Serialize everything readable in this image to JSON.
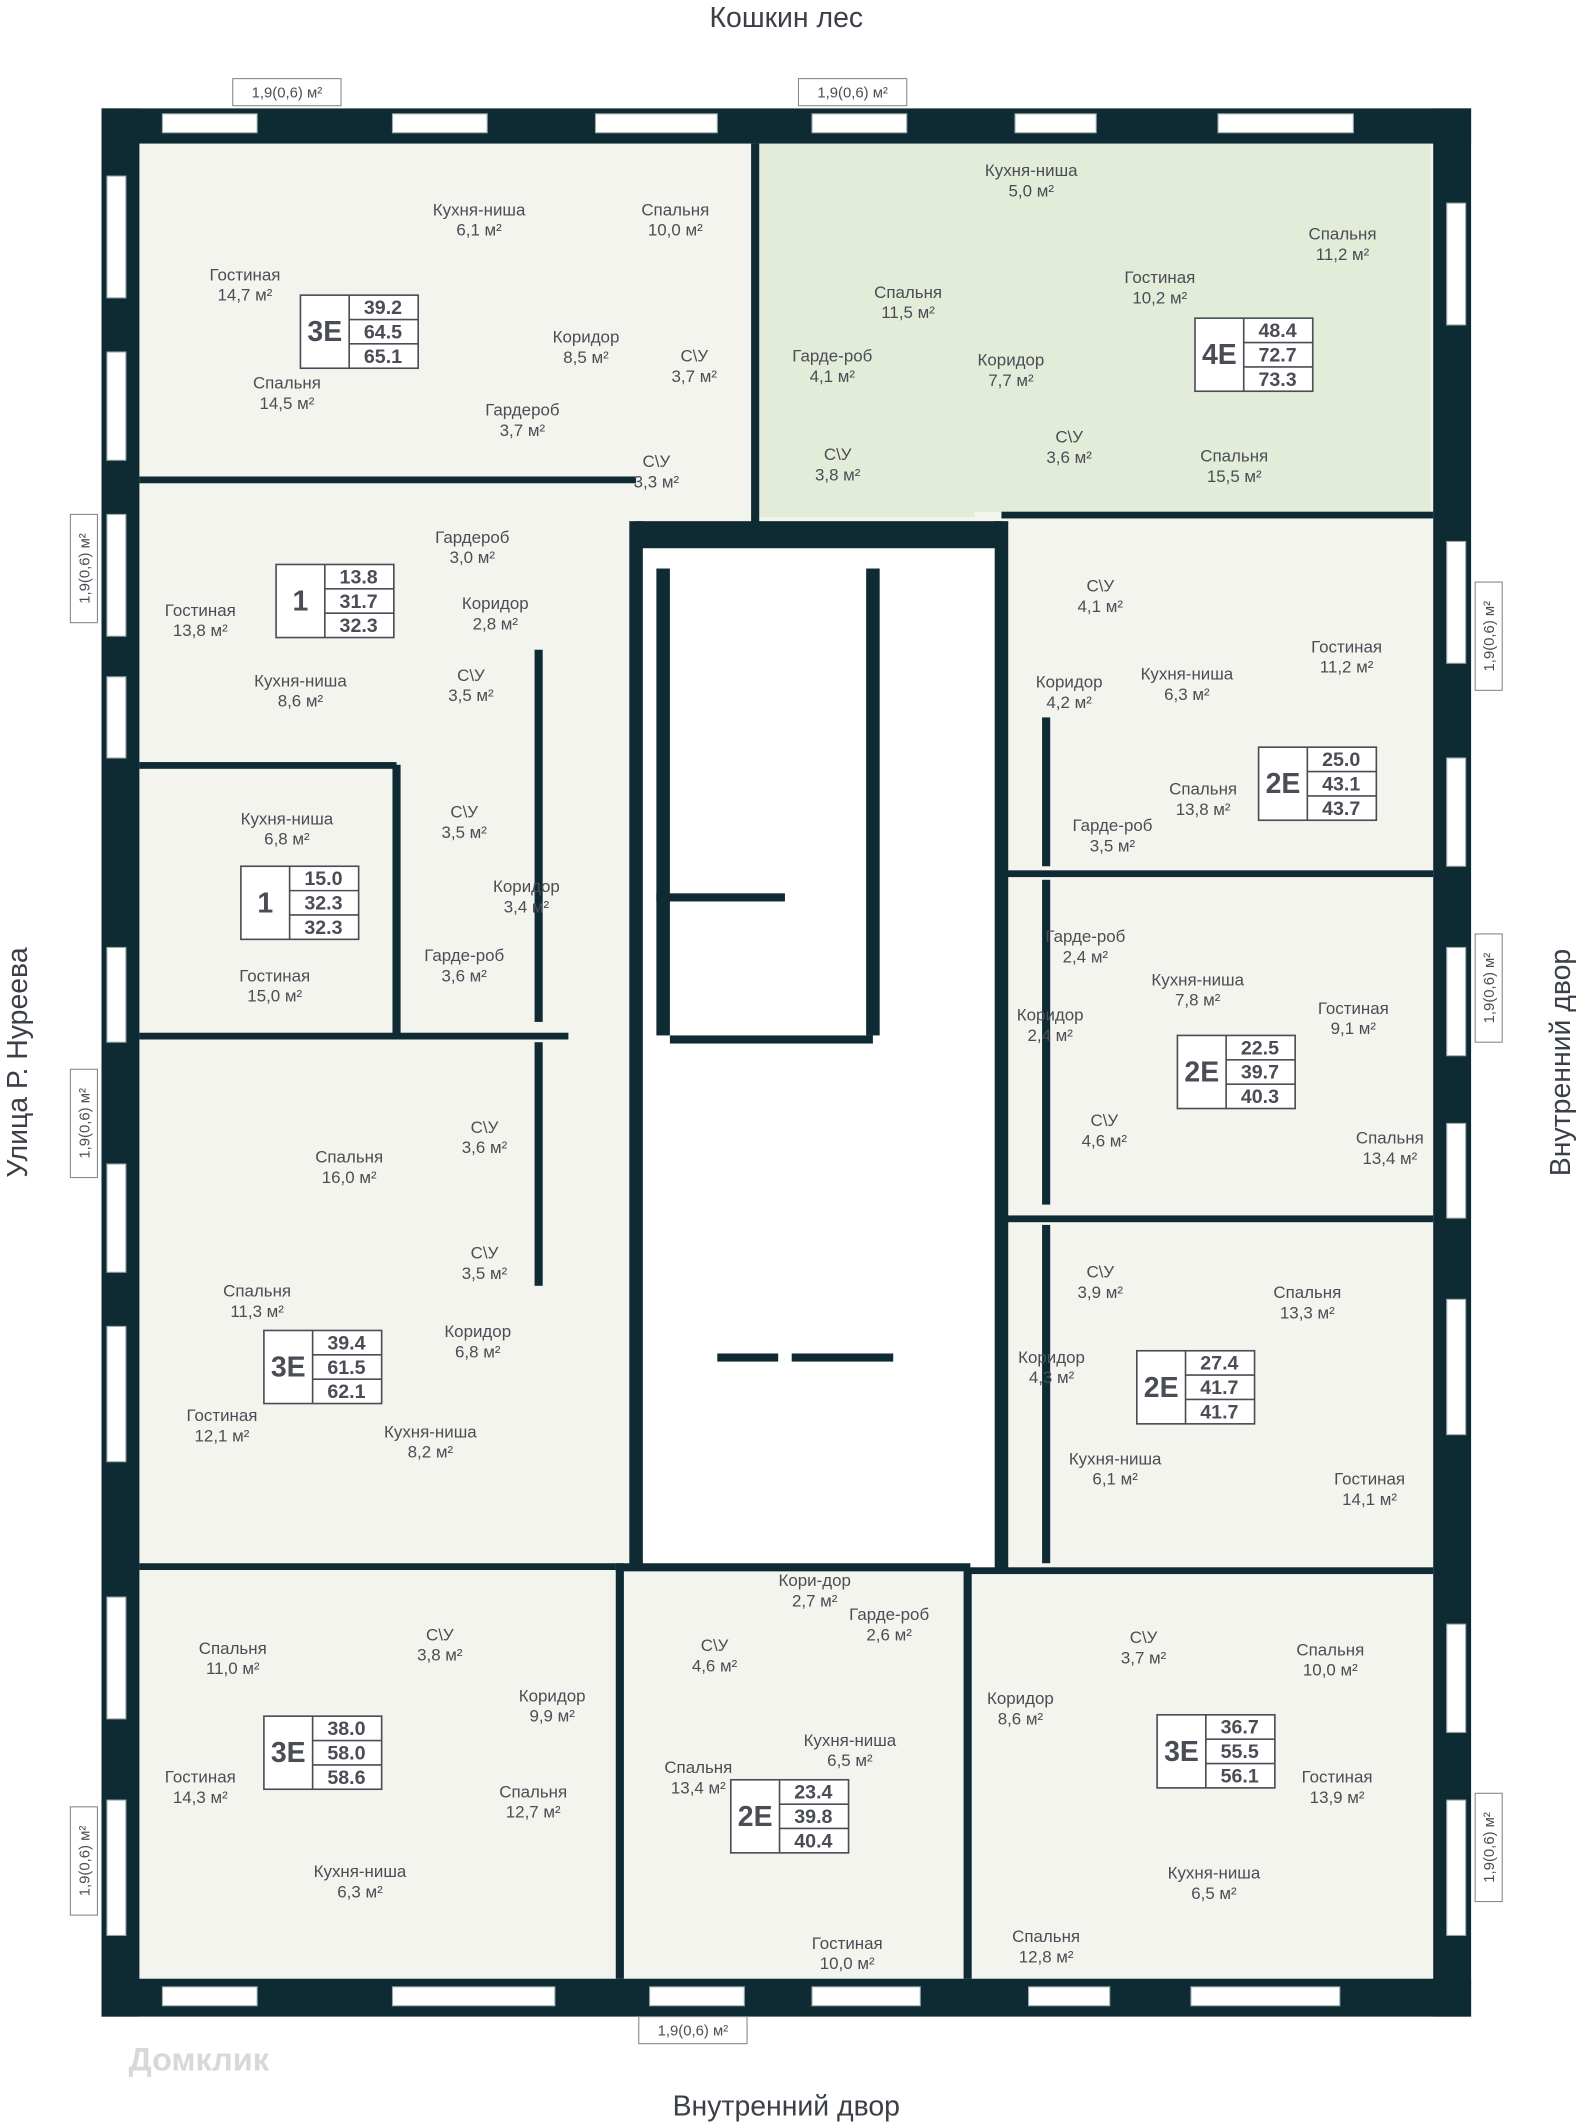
{
  "orientation": {
    "top": "Кошкин лес",
    "bottom": "Внутренний двор",
    "left": "Улица Р. Нуреева",
    "right": "Внутренний двор"
  },
  "balcony_label": "1,9(0,6) м²",
  "watermark": "Домклик",
  "colors": {
    "wall": "#0e2a33",
    "floor": "#f4f4ee",
    "highlight": "#e3ecd8",
    "text": "#4a4d55"
  },
  "highlighted_apartment": "4E",
  "apartments": [
    {
      "code": "3E",
      "living": "39.2",
      "total": "64.5",
      "total_with_balcony": "65.1",
      "rooms": [
        [
          "Гостиная",
          "14,7 м²"
        ],
        [
          "Кухня-ниша",
          "6,1 м²"
        ],
        [
          "Спальня",
          "10,0 м²"
        ],
        [
          "Спальня",
          "14,5 м²"
        ],
        [
          "Коридор",
          "8,5 м²"
        ],
        [
          "Гардероб",
          "3,7 м²"
        ],
        [
          "С\\У",
          "3,7 м²"
        ],
        [
          "С\\У",
          "3,3 м²"
        ]
      ]
    },
    {
      "code": "1",
      "living": "13.8",
      "total": "31.7",
      "total_with_balcony": "32.3",
      "rooms": [
        [
          "Гардероб",
          "3,0 м²"
        ],
        [
          "Гостиная",
          "13,8 м²"
        ],
        [
          "Коридор",
          "2,8 м²"
        ],
        [
          "Кухня-ниша",
          "8,6 м²"
        ],
        [
          "С\\У",
          "3,5 м²"
        ]
      ]
    },
    {
      "code": "1",
      "living": "15.0",
      "total": "32.3",
      "total_with_balcony": "32.3",
      "rooms": [
        [
          "Кухня-ниша",
          "6,8 м²"
        ],
        [
          "С\\У",
          "3,5 м²"
        ],
        [
          "Коридор",
          "3,4 м²"
        ],
        [
          "Гарде-роб",
          "3,6 м²"
        ],
        [
          "Гостиная",
          "15,0 м²"
        ]
      ]
    },
    {
      "code": "3E",
      "living": "39.4",
      "total": "61.5",
      "total_with_balcony": "62.1",
      "rooms": [
        [
          "Спальня",
          "16,0 м²"
        ],
        [
          "С\\У",
          "3,6 м²"
        ],
        [
          "С\\У",
          "3,5 м²"
        ],
        [
          "Спальня",
          "11,3 м²"
        ],
        [
          "Коридор",
          "6,8 м²"
        ],
        [
          "Гостиная",
          "12,1 м²"
        ],
        [
          "Кухня-ниша",
          "8,2 м²"
        ]
      ]
    },
    {
      "code": "3E",
      "living": "38.0",
      "total": "58.0",
      "total_with_balcony": "58.6",
      "rooms": [
        [
          "Спальня",
          "11,0 м²"
        ],
        [
          "С\\У",
          "3,8 м²"
        ],
        [
          "Коридор",
          "9,9 м²"
        ],
        [
          "Гостиная",
          "14,3 м²"
        ],
        [
          "Спальня",
          "12,7 м²"
        ],
        [
          "Кухня-ниша",
          "6,3 м²"
        ]
      ]
    },
    {
      "code": "2E",
      "living": "23.4",
      "total": "39.8",
      "total_with_balcony": "40.4",
      "rooms": [
        [
          "С\\У",
          "4,6 м²"
        ],
        [
          "Кори-дор",
          "2,7 м²"
        ],
        [
          "Гарде-роб",
          "2,6 м²"
        ],
        [
          "Кухня-ниша",
          "6,5 м²"
        ],
        [
          "Спальня",
          "13,4 м²"
        ],
        [
          "Гостиная",
          "10,0 м²"
        ]
      ]
    },
    {
      "code": "3E",
      "living": "36.7",
      "total": "55.5",
      "total_with_balcony": "56.1",
      "rooms": [
        [
          "С\\У",
          "3,7 м²"
        ],
        [
          "Спальня",
          "10,0 м²"
        ],
        [
          "Коридор",
          "8,6 м²"
        ],
        [
          "Гостиная",
          "13,9 м²"
        ],
        [
          "Кухня-ниша",
          "6,5 м²"
        ],
        [
          "Спальня",
          "12,8 м²"
        ]
      ]
    },
    {
      "code": "4E",
      "living": "48.4",
      "total": "72.7",
      "total_with_balcony": "73.3",
      "rooms": [
        [
          "Кухня-ниша",
          "5,0 м²"
        ],
        [
          "Спальня",
          "11,5 м²"
        ],
        [
          "Гостиная",
          "10,2 м²"
        ],
        [
          "Спальня",
          "11,2 м²"
        ],
        [
          "Гарде-роб",
          "4,1 м²"
        ],
        [
          "Коридор",
          "7,7 м²"
        ],
        [
          "С\\У",
          "3,8 м²"
        ],
        [
          "С\\У",
          "3,6 м²"
        ],
        [
          "Спальня",
          "15,5 м²"
        ]
      ]
    },
    {
      "code": "2E",
      "living": "25.0",
      "total": "43.1",
      "total_with_balcony": "43.7",
      "rooms": [
        [
          "С\\У",
          "4,1 м²"
        ],
        [
          "Гостиная",
          "11,2 м²"
        ],
        [
          "Коридор",
          "4,2 м²"
        ],
        [
          "Кухня-ниша",
          "6,3 м²"
        ],
        [
          "Спальня",
          "13,8 м²"
        ],
        [
          "Гарде-роб",
          "3,5 м²"
        ]
      ]
    },
    {
      "code": "2E",
      "living": "22.5",
      "total": "39.7",
      "total_with_balcony": "40.3",
      "rooms": [
        [
          "Гарде-роб",
          "2,4 м²"
        ],
        [
          "Кухня-ниша",
          "7,8 м²"
        ],
        [
          "Гостиная",
          "9,1 м²"
        ],
        [
          "Коридор",
          "2,4 м²"
        ],
        [
          "С\\У",
          "4,6 м²"
        ],
        [
          "Спальня",
          "13,4 м²"
        ]
      ]
    },
    {
      "code": "2E",
      "living": "27.4",
      "total": "41.7",
      "total_with_balcony": "41.7",
      "rooms": [
        [
          "С\\У",
          "3,9 м²"
        ],
        [
          "Спальня",
          "13,3 м²"
        ],
        [
          "Коридор",
          "4,3 м²"
        ],
        [
          "Кухня-ниша",
          "6,1 м²"
        ],
        [
          "Гостиная",
          "14,1 м²"
        ]
      ]
    }
  ]
}
